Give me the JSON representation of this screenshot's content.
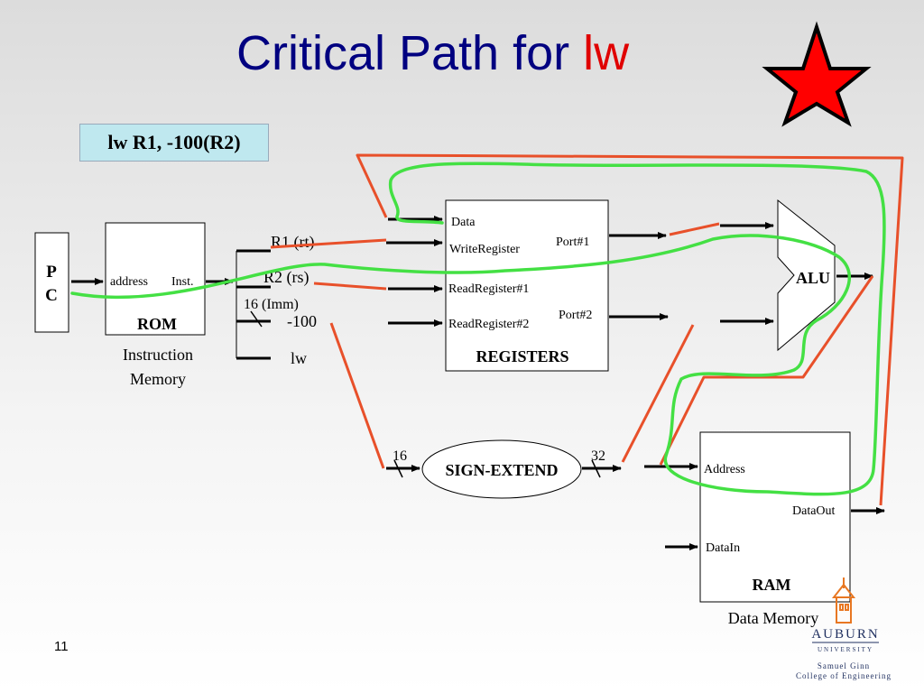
{
  "slide": {
    "title_main": "Critical Path for ",
    "title_highlight": "lw",
    "instruction": "lw R1, -100(R2)",
    "slide_number": "11"
  },
  "pc": {
    "line1": "P",
    "line2": "C"
  },
  "rom": {
    "address": "address",
    "inst": "Inst.",
    "name": "ROM",
    "caption_line1": "Instruction",
    "caption_line2": "Memory"
  },
  "fields": {
    "rt": "R1 (rt)",
    "rs": "R2 (rs)",
    "imm": "16 (Imm)",
    "imm_value": "-100",
    "opcode": "lw"
  },
  "registers": {
    "data": "Data",
    "write_register": "WriteRegister",
    "read_register1": "ReadRegister#1",
    "read_register2": "ReadRegister#2",
    "port1": "Port#1",
    "port2": "Port#2",
    "name": "REGISTERS"
  },
  "alu": {
    "name": "ALU"
  },
  "sign_extend": {
    "name": "SIGN-EXTEND",
    "in_bits": "16",
    "out_bits": "32"
  },
  "ram": {
    "address": "Address",
    "data_out": "DataOut",
    "data_in": "DataIn",
    "name": "RAM",
    "caption": "Data Memory"
  },
  "logo": {
    "name": "AUBURN",
    "sub": "UNIVERSITY",
    "college_line1": "Samuel Ginn",
    "college_line2": "College of Engineering"
  },
  "colors": {
    "title": "#000080",
    "highlight": "#e00000",
    "red_path": "#e8502a",
    "green_path": "#44e044",
    "star_fill": "#ff0000",
    "instr_bg": "#bfe8ef"
  }
}
